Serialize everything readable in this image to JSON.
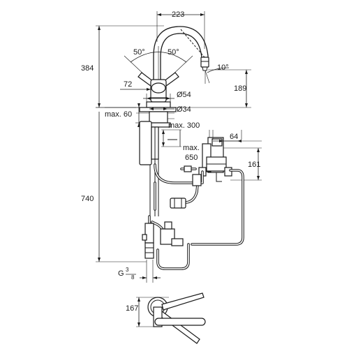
{
  "dimensions": {
    "spout_reach": "223",
    "height_top": "384",
    "height_spout": "189",
    "swivel_left": "50°",
    "swivel_right": "50°",
    "spray_angle": "10°",
    "lever_offset": "72",
    "base_diameter": "Ø54",
    "hole_diameter": "Ø34",
    "max_deck": "max. 60",
    "max_300": "max. 300",
    "box_width": "64",
    "max_650_label": "max.",
    "max_650_value": "650",
    "box_height": "161",
    "total_height": "740",
    "thread_g": "G",
    "thread_num": "3",
    "thread_den": "8",
    "lever_depth": "167"
  }
}
